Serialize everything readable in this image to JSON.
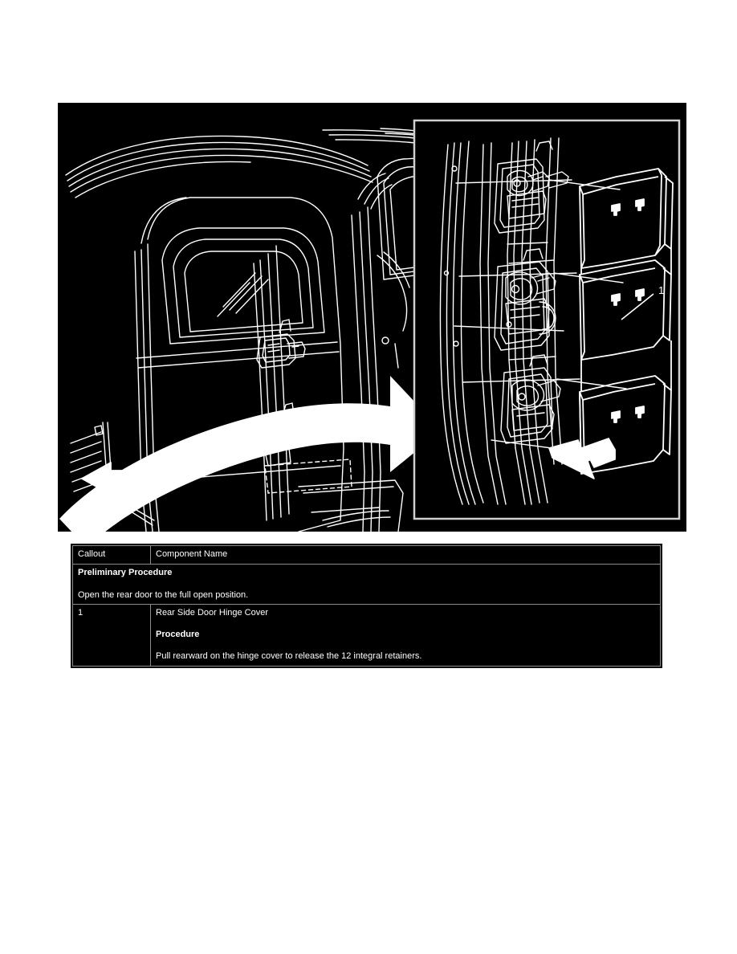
{
  "illustration": {
    "alt_name": "rear-side-door-hinge-cover-removal-diagram",
    "background_color": "#000000",
    "line_color": "#ffffff",
    "callout_label": "1",
    "inset_border_color": "#cccccc",
    "main_view_name": "Rear side door open, exterior view",
    "inset_view_name": "Door hinge pillar with hinge cover detail",
    "arrows": [
      {
        "name": "block-arrow-left-lower-left",
        "direction": "left"
      },
      {
        "name": "curved-arrow-door-swing",
        "direction": "right-sweep"
      },
      {
        "name": "block-arrow-rearward-pull",
        "direction": "down-left"
      }
    ]
  },
  "table": {
    "headers": {
      "callout": "Callout",
      "component_name": "Component Name"
    },
    "preliminary": {
      "title": "Preliminary Procedure",
      "text": "Open the rear door to the full open position."
    },
    "rows": [
      {
        "callout": "1",
        "component_name": "Rear Side Door Hinge Cover",
        "procedure_title": "Procedure",
        "procedure_text": "Pull rearward on the hinge cover to release the 12 integral retainers."
      }
    ]
  }
}
